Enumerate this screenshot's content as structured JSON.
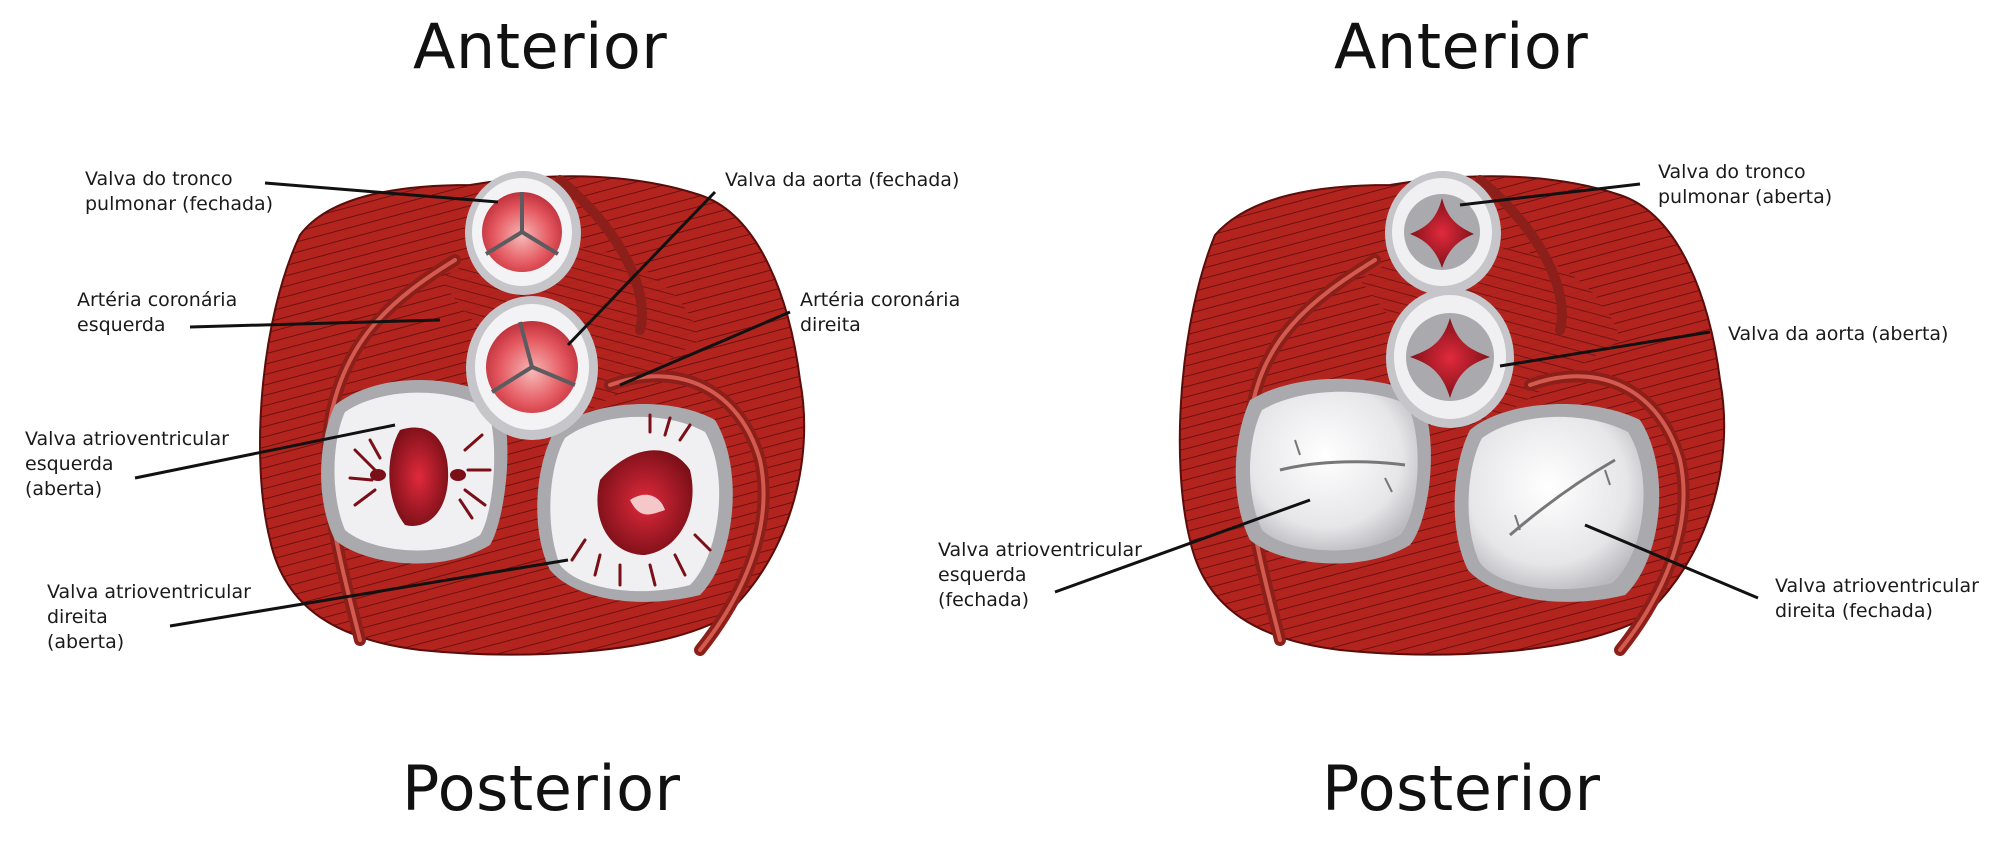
{
  "left_view": {
    "anterior": "Anterior",
    "posterior": "Posterior",
    "labels": {
      "pulmonary": [
        "Valva do tronco",
        "pulmonar (fechada)"
      ],
      "aortic": [
        "Valva da aorta (fechada)"
      ],
      "left_coronary": [
        "Artéria coronária",
        "esquerda"
      ],
      "right_coronary": [
        "Artéria coronária",
        "direita"
      ],
      "left_av": [
        "Valva atrioventricular",
        "esquerda",
        "(aberta)"
      ],
      "right_av": [
        "Valva atrioventricular",
        "direita",
        "(aberta)"
      ]
    }
  },
  "right_view": {
    "anterior": "Anterior",
    "posterior": "Posterior",
    "labels": {
      "pulmonary": [
        "Valva do tronco",
        "pulmonar (aberta)"
      ],
      "aortic": [
        "Valva da aorta (aberta)"
      ],
      "left_av": [
        "Valva atrioventricular",
        "esquerda",
        "(fechada)"
      ],
      "right_av": [
        "Valva atrioventricular",
        "direita (fechada)"
      ]
    }
  },
  "colors": {
    "muscle": "#b3241f",
    "muscle_dark": "#7e1512",
    "vessel": "#8c1f1a",
    "valve_ring": "#c9c9cc",
    "valve_white": "#f2f2f4",
    "valve_pink": "#e8737a"
  }
}
